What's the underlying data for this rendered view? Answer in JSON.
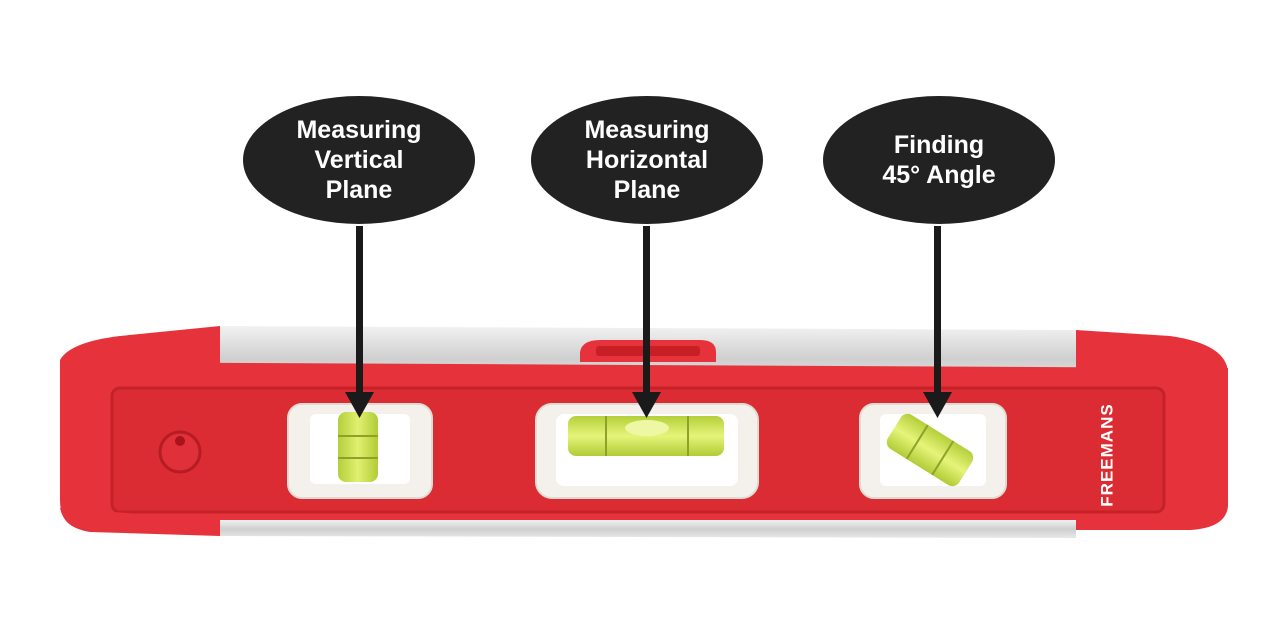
{
  "callouts": [
    {
      "lines": [
        "Measuring",
        "Vertical",
        "Plane"
      ]
    },
    {
      "lines": [
        "Measuring",
        "Horizontal",
        "Plane"
      ]
    },
    {
      "lines": [
        "Finding",
        "45° Angle"
      ]
    }
  ],
  "brand": "FREEMANS",
  "colors": {
    "body_red": "#e6333b",
    "panel_red": "#dc2c33",
    "aluminum": "#d8d8d8",
    "vial_green": "#c8e04a",
    "callout_bg": "#222222",
    "callout_text": "#ffffff"
  }
}
